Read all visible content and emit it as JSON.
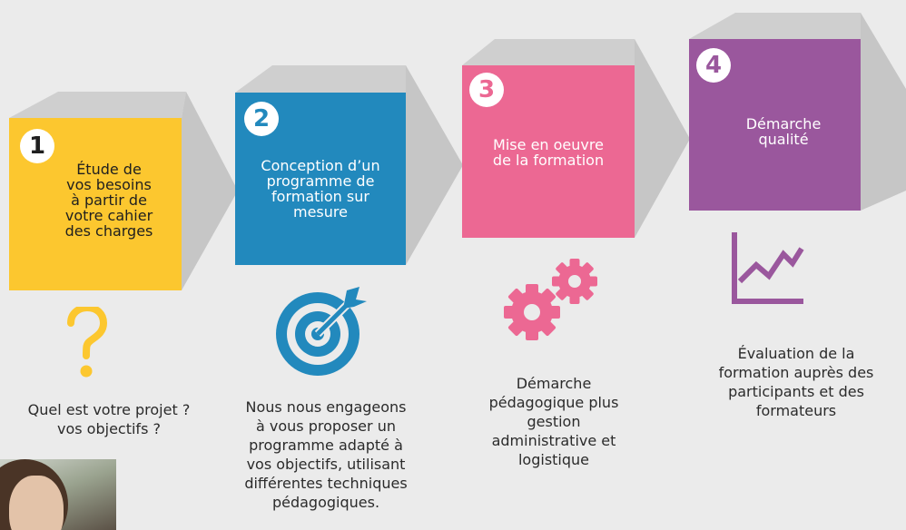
{
  "colors": {
    "background": "#ebebeb",
    "step1": "#fcc72f",
    "step2": "#2289bd",
    "step3": "#ec6893",
    "step4": "#9a579d",
    "shadow": "#c6c6c6"
  },
  "steps": [
    {
      "number": "1",
      "title": "Étude de\nvos besoins\nà partir de\nvotre cahier\ndes charges",
      "caption": "Quel est votre projet ?\nvos objectifs ?",
      "icon": "question-mark-icon"
    },
    {
      "number": "2",
      "title": "Conception d’un\nprogramme de\nformation sur\nmesure",
      "caption": "Nous nous engageons\nà vous proposer un\nprogramme adapté à\nvos objectifs,  utilisant\ndifférentes techniques\npédagogiques.",
      "icon": "target-icon"
    },
    {
      "number": "3",
      "title": "Mise en oeuvre\nde la formation",
      "caption": "Démarche\npédagogique plus\ngestion\nadministrative et\nlogistique",
      "icon": "gears-icon"
    },
    {
      "number": "4",
      "title": "Démarche\nqualité",
      "caption": "Évaluation de la\nformation auprès des\nparticipants et des\nformateurs",
      "icon": "chart-icon"
    }
  ]
}
